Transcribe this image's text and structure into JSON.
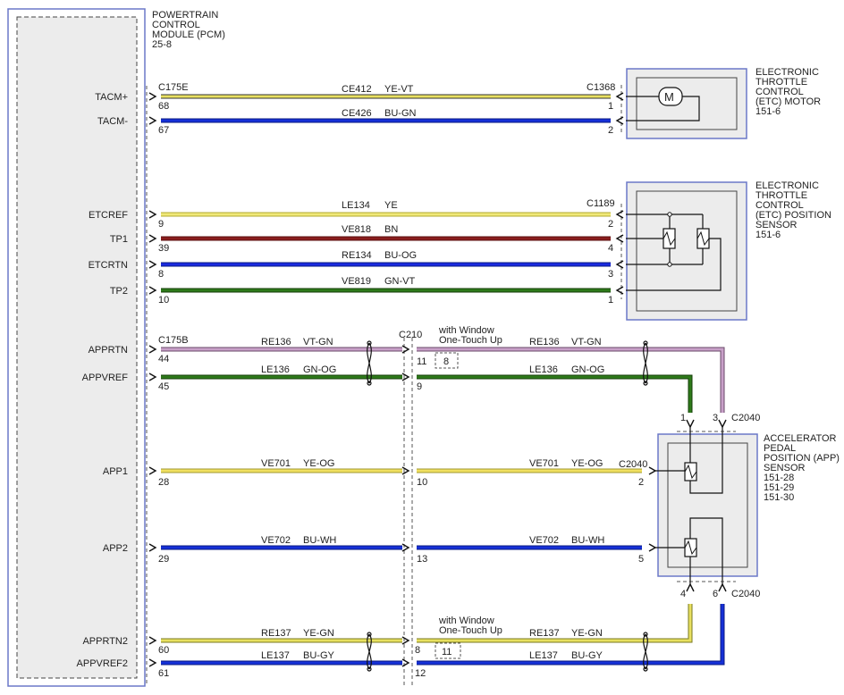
{
  "pcm": {
    "title_lines": [
      "POWERTRAIN",
      "CONTROL",
      "MODULE (PCM)",
      "25-8"
    ],
    "pins": [
      {
        "label": "TACM+"
      },
      {
        "label": "TACM-"
      },
      {
        "label": "ETCREF"
      },
      {
        "label": "TP1"
      },
      {
        "label": "ETCRTN"
      },
      {
        "label": "TP2"
      },
      {
        "label": "APPRTN"
      },
      {
        "label": "APPVREF"
      },
      {
        "label": "APP1"
      },
      {
        "label": "APP2"
      },
      {
        "label": "APPRTN2"
      },
      {
        "label": "APPVREF2"
      }
    ]
  },
  "connectors": {
    "pcm_a": "C175E",
    "pcm_b": "C175B",
    "inline": "C210",
    "motor": "C1368",
    "tp_sensor": "C1189",
    "app_sensor": "C2040"
  },
  "options": [
    {
      "lines": [
        "with Window",
        "One-Touch Up"
      ],
      "pin": "8"
    },
    {
      "lines": [
        "with Window",
        "One-Touch Up"
      ],
      "pin": "11"
    }
  ],
  "components": {
    "etc_motor": {
      "title_lines": [
        "ELECTRONIC",
        "THROTTLE",
        "CONTROL",
        "(ETC) MOTOR",
        "151-6"
      ],
      "symbol": "M"
    },
    "etc_sensor": {
      "title_lines": [
        "ELECTRONIC",
        "THROTTLE",
        "CONTROL",
        "(ETC) POSITION",
        "SENSOR",
        "151-6"
      ]
    },
    "app_sensor": {
      "title_lines": [
        "ACCELERATOR",
        "PEDAL",
        "POSITION (APP)",
        "SENSOR",
        "151-28",
        "151-29",
        "151-30"
      ]
    }
  },
  "wires": [
    {
      "circuit": "CE412",
      "color": "YE-VT",
      "pcm_pin": "68",
      "end_pin": "1",
      "hex": "#e8e060"
    },
    {
      "circuit": "CE426",
      "color": "BU-GN",
      "pcm_pin": "67",
      "end_pin": "2",
      "hex": "#1530d8"
    },
    {
      "circuit": "LE134",
      "color": "YE",
      "pcm_pin": "9",
      "end_pin": "2",
      "hex": "#f0e878"
    },
    {
      "circuit": "VE818",
      "color": "BN",
      "pcm_pin": "39",
      "end_pin": "4",
      "hex": "#8b1e1e"
    },
    {
      "circuit": "RE134",
      "color": "BU-OG",
      "pcm_pin": "8",
      "end_pin": "3",
      "hex": "#1a2ae0"
    },
    {
      "circuit": "VE819",
      "color": "GN-VT",
      "pcm_pin": "10",
      "end_pin": "1",
      "hex": "#2e7a1a"
    },
    {
      "circuit": "RE136",
      "color": "VT-GN",
      "pcm_pin": "44",
      "mid_pin": "11",
      "end_pin": "3",
      "hex": "#c8a0c8"
    },
    {
      "circuit": "LE136",
      "color": "GN-OG",
      "pcm_pin": "45",
      "mid_pin": "9",
      "end_pin": "1",
      "hex": "#2e7a1a"
    },
    {
      "circuit": "VE701",
      "color": "YE-OG",
      "pcm_pin": "28",
      "mid_pin": "10",
      "end_pin": "2",
      "hex": "#f0e060"
    },
    {
      "circuit": "VE702",
      "color": "BU-WH",
      "pcm_pin": "29",
      "mid_pin": "13",
      "end_pin": "5",
      "hex": "#1530d8"
    },
    {
      "circuit": "RE137",
      "color": "YE-GN",
      "pcm_pin": "60",
      "mid_pin": "8",
      "end_pin": "4",
      "hex": "#e8e060"
    },
    {
      "circuit": "LE137",
      "color": "BU-GY",
      "pcm_pin": "61",
      "mid_pin": "12",
      "end_pin": "6",
      "hex": "#1530d8"
    }
  ]
}
